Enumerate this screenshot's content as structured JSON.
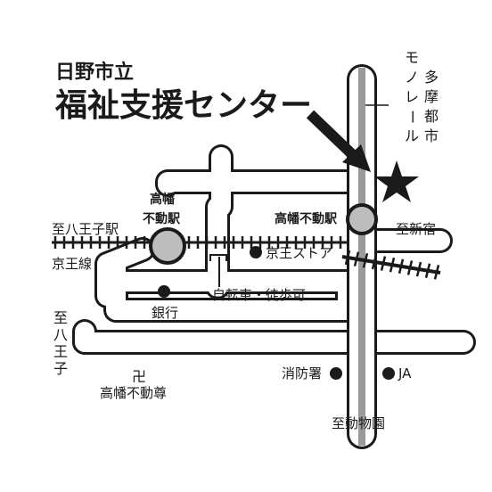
{
  "title": {
    "line1": "日野市立",
    "line2": "福祉支援センター"
  },
  "monorail": {
    "label_chars": [
      "多",
      "摩",
      "都",
      "市",
      "モ",
      "ノ",
      "レ",
      "ー",
      "ル"
    ]
  },
  "stations": {
    "takahata_keio": [
      "高幡",
      "不動駅"
    ],
    "takahata_monorail": "高幡不動駅"
  },
  "directions": {
    "hachioji_station": "至八王子駅",
    "shinjuku": "至新宿",
    "hachioji": [
      "至",
      "八",
      "王",
      "子"
    ],
    "zoo": "至動物園"
  },
  "lines": {
    "keio": "京王線"
  },
  "landmarks": {
    "keio_store": "京王ストア",
    "bicycle_path": "自転車・徒歩可",
    "bank": "銀行",
    "fire_station": "消防署",
    "ja": "JA",
    "temple_symbol": "卍",
    "temple": "高幡不動尊"
  },
  "colors": {
    "ink": "#1a1a1a",
    "road_fill": "#ffffff",
    "monorail_gray": "#9a9a9a",
    "station_gray": "#bdbdbd"
  },
  "icons": {
    "destination": "star-icon",
    "pointer": "arrow-icon",
    "poi": "dot-icon"
  }
}
